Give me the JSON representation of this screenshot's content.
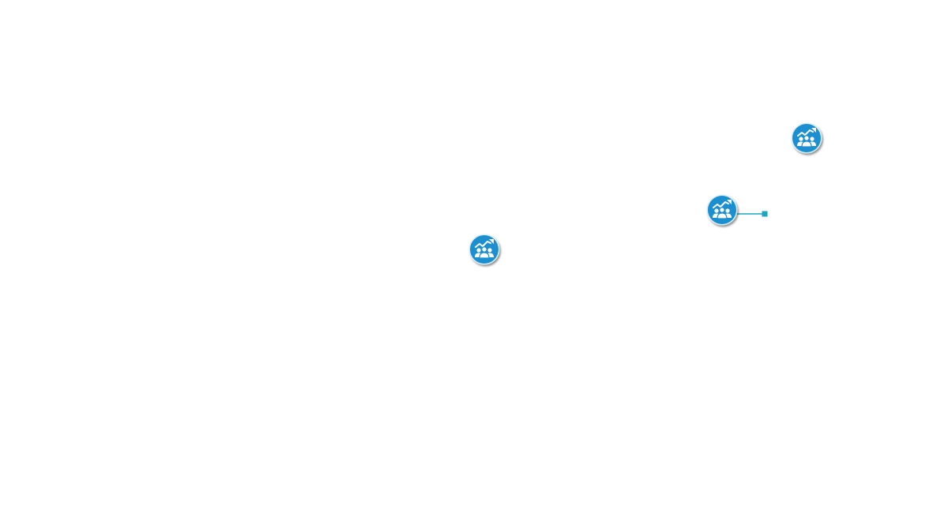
{
  "colors": {
    "background": "#ffffff",
    "badge_fill": "#1a8fd1",
    "badge_rim": "#d9eef9",
    "badge_shadow": "#9aa7b0",
    "glyph": "#ffffff",
    "connector": "#1aa7c4"
  },
  "markers": [
    {
      "id": "marker-upper-right",
      "icon": "growing-team-icon"
    },
    {
      "id": "marker-middle-right",
      "icon": "growing-team-icon",
      "has_connector": true
    },
    {
      "id": "marker-center",
      "icon": "growing-team-icon"
    }
  ]
}
